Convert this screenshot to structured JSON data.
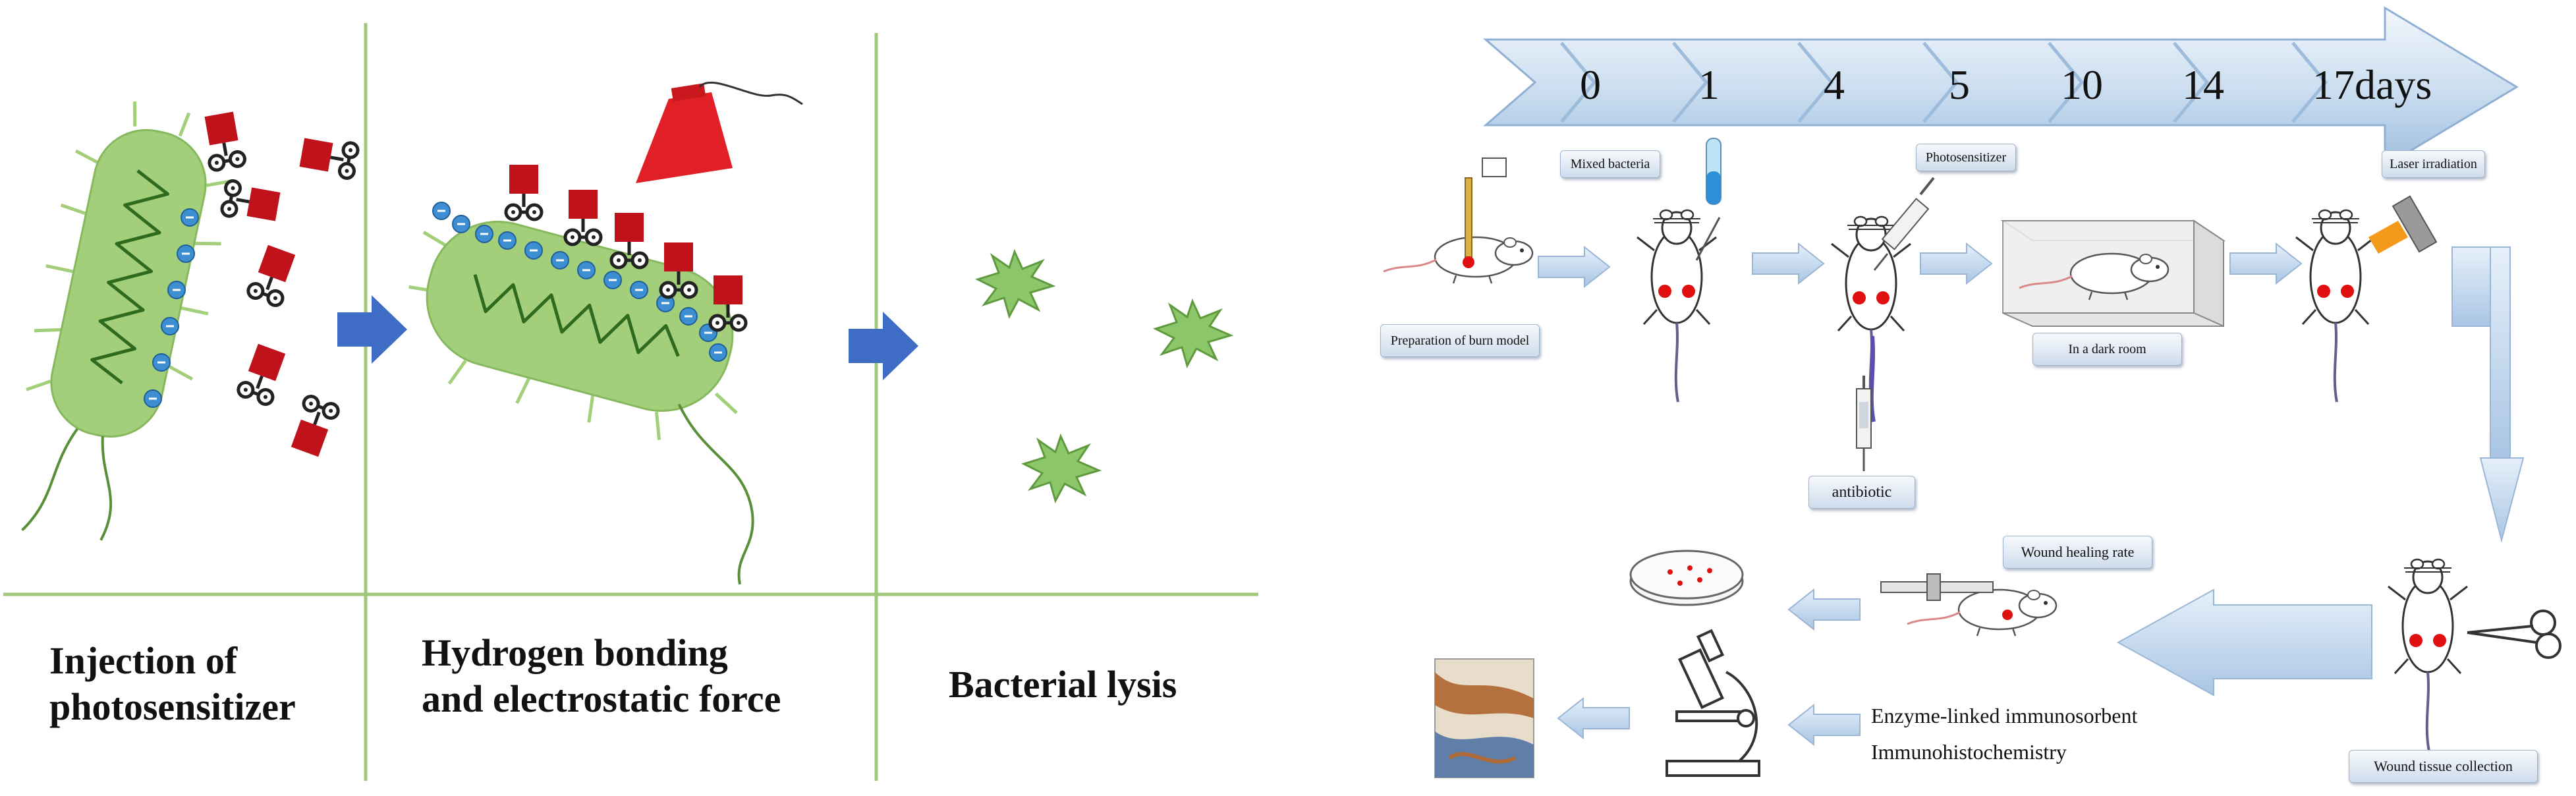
{
  "left_panel": {
    "labels": [
      {
        "id": "injection",
        "text": "Injection of\nphotosensitizer"
      },
      {
        "id": "bonding",
        "text": "Hydrogen bonding\nand electrostatic force"
      },
      {
        "id": "lysis",
        "text": "Bacterial lysis"
      }
    ]
  },
  "timeline": {
    "ticks": [
      "0",
      "1",
      "4",
      "5",
      "10",
      "14",
      "17days"
    ]
  },
  "procedure": {
    "mixed_bacteria": "Mixed bacteria",
    "photosensitizer": "Photosensitizer",
    "laser_irradiation": "Laser irradiation",
    "burn_model": "Preparation of burn model",
    "dark_room": "In a dark room",
    "antibiotic": "antibiotic",
    "wound_healing_rate": "Wound healing rate",
    "wound_tissue_collection": "Wound tissue collection",
    "elisa": "Enzyme-linked immunosorbent",
    "ihc": "Immunohistochemistry"
  },
  "colors": {
    "bacterium": "#a3cf7a",
    "bacterium_edge": "#86b85e",
    "photosensitizer": "#c0121b",
    "charge": "#3d8fd1",
    "arrow_blue": "#3f6cc4",
    "divider": "#9fc77a",
    "process_arrow": "#c4d8ee",
    "wound_red": "#e01010"
  }
}
